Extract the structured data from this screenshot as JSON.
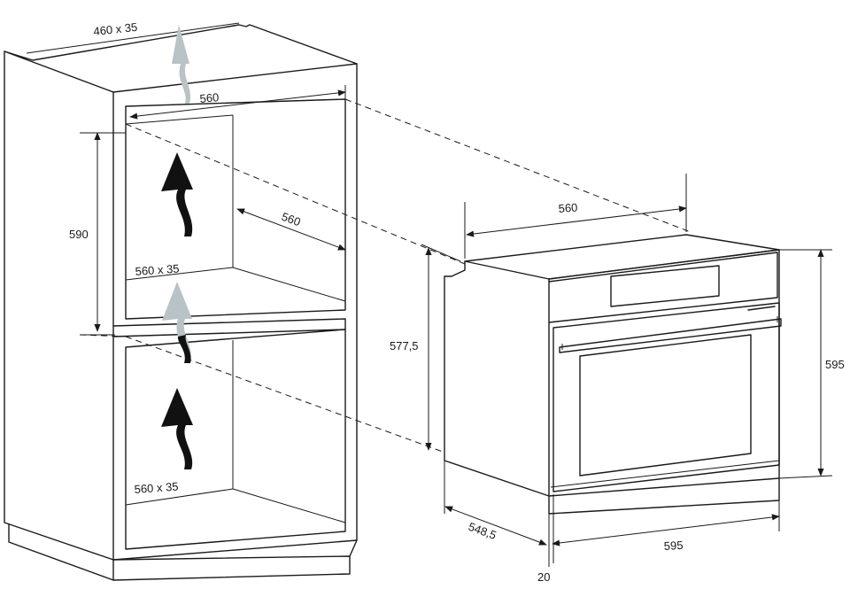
{
  "dimensions": {
    "vent_top": "460 x 35",
    "cabinet_width_top": "560",
    "cabinet_depth": "560",
    "niche_height": "590",
    "vent_middle": "560 x 35",
    "vent_bottom": "560 x 35",
    "oven_width_top": "560",
    "oven_body_height": "577,5",
    "oven_total_height": "595",
    "oven_depth": "548,5",
    "oven_front_width": "595",
    "front_panel_offset": "20"
  },
  "colors": {
    "line": "#1a1a1a",
    "arrow_dark": "#111111",
    "arrow_light": "#b9c2c6"
  },
  "icons": [
    "airflow-arrow-icon"
  ]
}
